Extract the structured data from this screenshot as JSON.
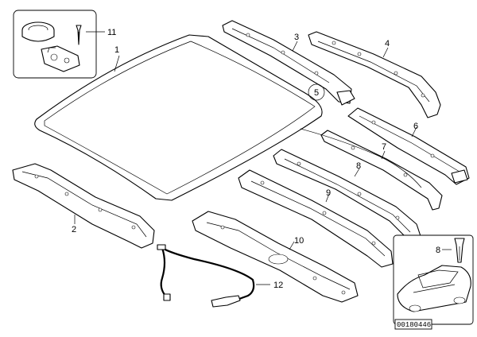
{
  "callouts": [
    {
      "id": "c1",
      "text": "1"
    },
    {
      "id": "c2",
      "text": "2"
    },
    {
      "id": "c3",
      "text": "3"
    },
    {
      "id": "c4",
      "text": "4"
    },
    {
      "id": "c5",
      "text": "5"
    },
    {
      "id": "c6",
      "text": "6"
    },
    {
      "id": "c7",
      "text": "7"
    },
    {
      "id": "c8a",
      "text": "8"
    },
    {
      "id": "c8b",
      "text": "8"
    },
    {
      "id": "c9",
      "text": "9"
    },
    {
      "id": "c10",
      "text": "10"
    },
    {
      "id": "c11",
      "text": "11"
    },
    {
      "id": "c12",
      "text": "12"
    }
  ],
  "drawing_id": "00180446"
}
